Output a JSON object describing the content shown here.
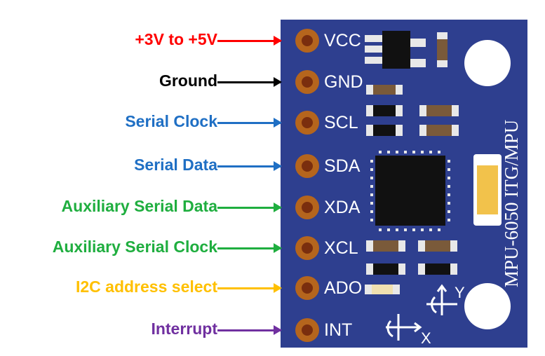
{
  "board": {
    "name": "MPU-6050 ITG/MPU",
    "color": "#2e3f8f",
    "axis_x": "X",
    "axis_y": "Y"
  },
  "pins": [
    {
      "pin": "VCC",
      "desc": "+3V to +5V",
      "color": "#ff0000"
    },
    {
      "pin": "GND",
      "desc": "Ground",
      "color": "#000000"
    },
    {
      "pin": "SCL",
      "desc": "Serial Clock",
      "color": "#1f6fc4"
    },
    {
      "pin": "SDA",
      "desc": "Serial Data",
      "color": "#1f6fc4"
    },
    {
      "pin": "XDA",
      "desc": "Auxiliary Serial Data",
      "color": "#1fae3f"
    },
    {
      "pin": "XCL",
      "desc": "Auxiliary Serial Clock",
      "color": "#1fae3f"
    },
    {
      "pin": "ADO",
      "desc": "I2C address select",
      "color": "#ffc000"
    },
    {
      "pin": "INT",
      "desc": "Interrupt",
      "color": "#7030a0"
    }
  ]
}
